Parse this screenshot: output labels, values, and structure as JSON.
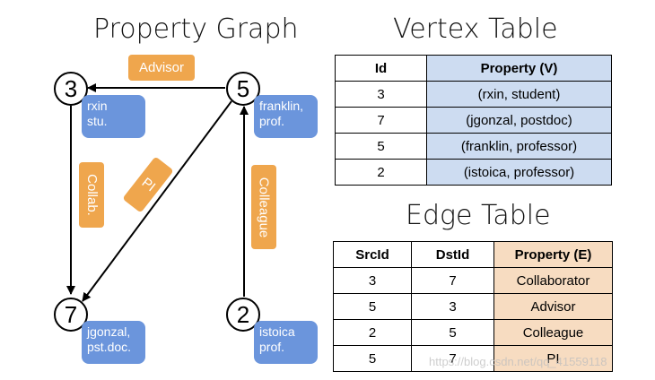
{
  "graph": {
    "title": "Property Graph",
    "vertices": [
      {
        "id": "3",
        "label_lines": [
          "rxin",
          "stu."
        ]
      },
      {
        "id": "5",
        "label_lines": [
          "franklin,",
          "prof."
        ]
      },
      {
        "id": "7",
        "label_lines": [
          "jgonzal,",
          "pst.doc."
        ]
      },
      {
        "id": "2",
        "label_lines": [
          "istoica",
          "prof."
        ]
      }
    ],
    "edge_labels": {
      "advisor": "Advisor",
      "collab": "Collab.",
      "pi": "PI",
      "colleague": "Colleague"
    },
    "colors": {
      "vertex_label": "#6b95dc",
      "edge_label": "#efa64d"
    }
  },
  "vertex_table": {
    "title": "Vertex Table",
    "headers": [
      "Id",
      "Property (V)"
    ],
    "rows": [
      [
        "3",
        "(rxin, student)"
      ],
      [
        "7",
        "(jgonzal, postdoc)"
      ],
      [
        "5",
        "(franklin, professor)"
      ],
      [
        "2",
        "(istoica, professor)"
      ]
    ],
    "property_color": "#cddcf1"
  },
  "edge_table": {
    "title": "Edge Table",
    "headers": [
      "SrcId",
      "DstId",
      "Property (E)"
    ],
    "rows": [
      [
        "3",
        "7",
        "Collaborator"
      ],
      [
        "5",
        "3",
        "Advisor"
      ],
      [
        "2",
        "5",
        "Colleague"
      ],
      [
        "5",
        "7",
        "PI"
      ]
    ],
    "property_color": "#f7dcc1"
  },
  "watermark": "https://blog.csdn.net/qq_41559118"
}
